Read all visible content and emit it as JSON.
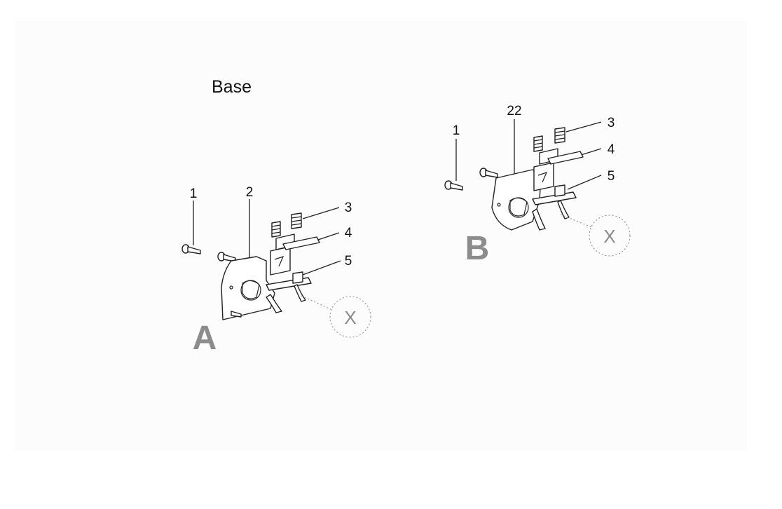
{
  "title": "Base",
  "views": [
    {
      "letter": "A",
      "callouts": [
        "1",
        "2",
        "3",
        "4",
        "5"
      ],
      "detail_marker": "X"
    },
    {
      "letter": "B",
      "callouts": [
        "1",
        "22",
        "3",
        "4",
        "5"
      ],
      "detail_marker": "X"
    }
  ]
}
